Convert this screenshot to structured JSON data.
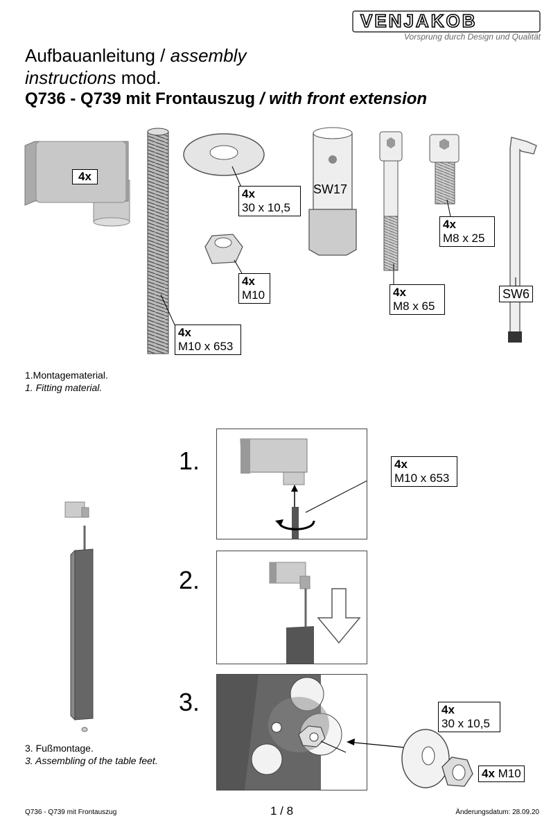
{
  "brand": {
    "logo_text": "VENJAKOB",
    "tagline": "Vorsprung durch Design und Qualität"
  },
  "title": {
    "line1_normal": "Aufbauanleitung / ",
    "line1_italic": "assembly",
    "line2_italic": "instructions",
    "line2_normal": " mod.",
    "line3_bold": "Q736 - Q739 mit Frontauszug ",
    "line3_bold_italic": "/ with front extension"
  },
  "parts": {
    "connector": {
      "qty": "4x"
    },
    "washer": {
      "qty": "4x",
      "size": "30 x 10,5"
    },
    "nut": {
      "qty": "4x",
      "size": "M10"
    },
    "threaded_rod": {
      "qty": "4x",
      "size": "M10 x 653"
    },
    "socket_wrench": {
      "size": "SW17"
    },
    "screw_long": {
      "qty": "4x",
      "size": "M8 x 65"
    },
    "screw_short": {
      "qty": "4x",
      "size": "M8 x 25"
    },
    "hex_key": {
      "size": "SW6"
    }
  },
  "caption1": {
    "de": "1.Montagematerial.",
    "en": "1. Fitting material."
  },
  "steps": {
    "s1": "1.",
    "s2": "2.",
    "s3": "3.",
    "s1_label_qty": "4x",
    "s1_label_size": "M10 x 653",
    "s3_washer_qty": "4x",
    "s3_washer_size": "30 x 10,5",
    "s3_nut_qty": "4x",
    "s3_nut_size": " M10"
  },
  "caption3": {
    "de": "3. Fußmontage.",
    "en": "3. Assembling of the table feet."
  },
  "footer": {
    "left": "Q736 - Q739 mit Frontauszug",
    "center": "1 / 8",
    "right": "Änderungsdatum: 28.09.20"
  }
}
